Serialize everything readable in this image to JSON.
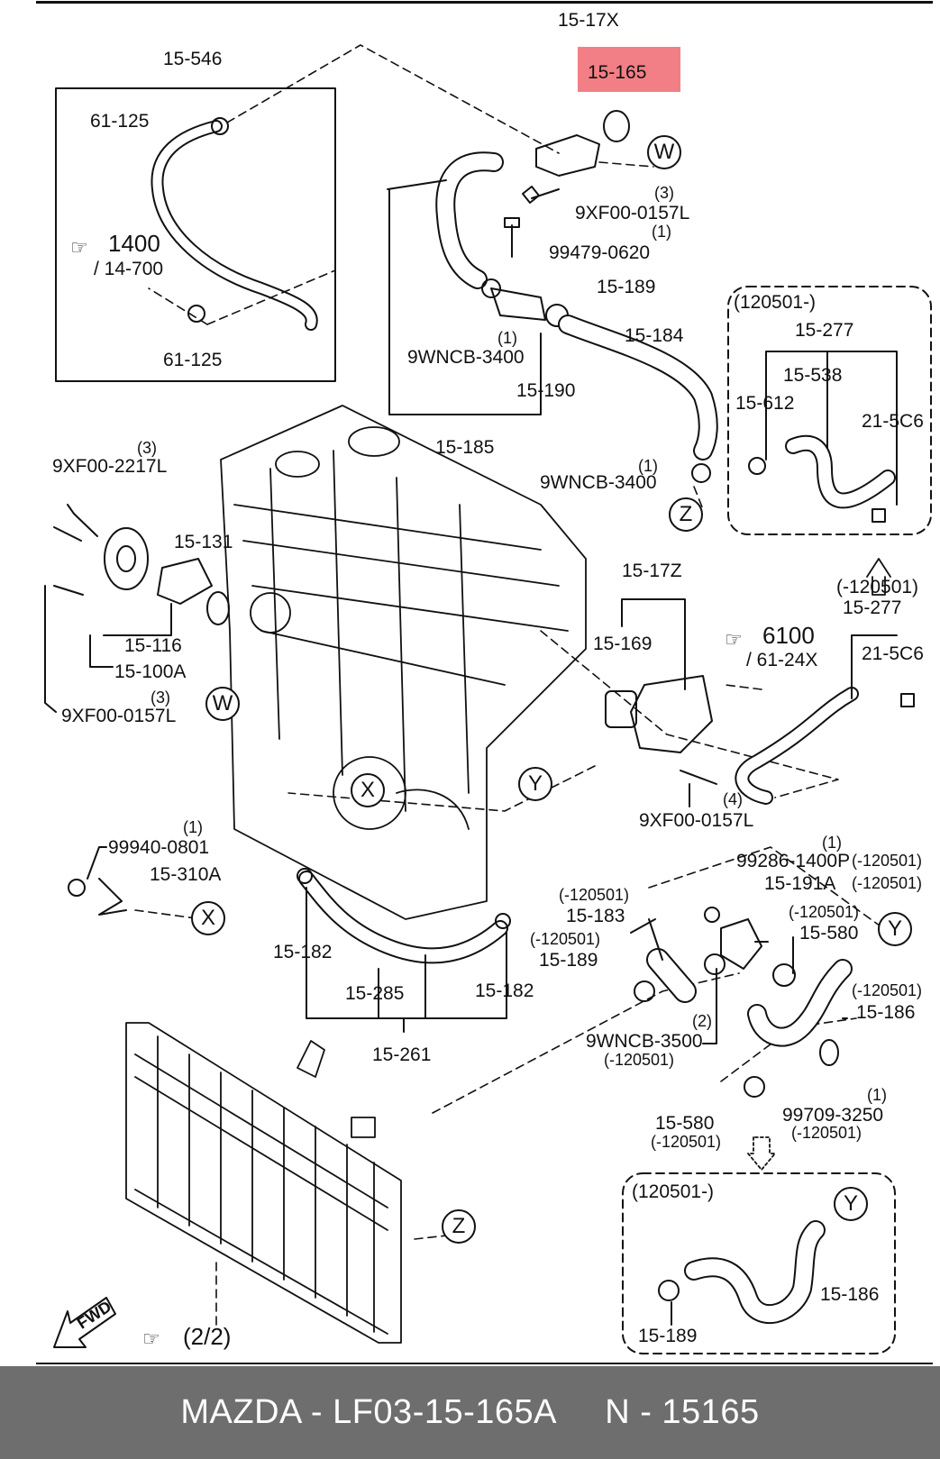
{
  "labels": {
    "p15_17x": "15-17X",
    "p15_165": "15-165",
    "p15_546": "15-546",
    "p61_125": "61-125",
    "p9xf00_0157l": "9XF00-0157L",
    "p99479_0620": "99479-0620",
    "p15_189": "15-189",
    "p9wncb_3400": "9WNCB-3400",
    "p15_184": "15-184",
    "p15_190": "15-190",
    "p15_185": "15-185",
    "p15_277": "15-277",
    "p15_538": "15-538",
    "p15_612": "15-612",
    "p21_5c6": "21-5C6",
    "p9xf00_2217l": "9XF00-2217L",
    "p15_131": "15-131",
    "p15_116": "15-116",
    "p15_100a": "15-100A",
    "p15_17z": "15-17Z",
    "p15_169": "15-169",
    "p99940_0801": "99940-0801",
    "p15_310a": "15-310A",
    "p15_182": "15-182",
    "p15_285": "15-285",
    "p15_261": "15-261",
    "p99286_1400p": "99286-1400P",
    "p15_191a": "15-191A",
    "p15_183": "15-183",
    "p15_580": "15-580",
    "p15_186": "15-186",
    "p9wncb_3500": "9WNCB-3500",
    "p99709_3250": "99709-3250",
    "q1": "(1)",
    "q2": "(2)",
    "q3": "(3)",
    "q4": "(4)",
    "fwd": "FWD"
  },
  "refs": {
    "r1400": "1400",
    "r14_700": "/ 14-700",
    "r6100": "6100",
    "r61_24x": "/ 61-24X",
    "r2_2": "(2/2)"
  },
  "revisions": {
    "after": "(120501-)",
    "before": "(-120501)"
  },
  "markers": {
    "w": "W",
    "x": "X",
    "y": "Y",
    "z": "Z"
  },
  "footer": {
    "caption": "MAZDA - LF03-15-165A     N - 15165"
  },
  "colors": {
    "highlight": "#f27f86",
    "footer_bg": "#6e6e6e",
    "footer_text": "#ffffff"
  }
}
